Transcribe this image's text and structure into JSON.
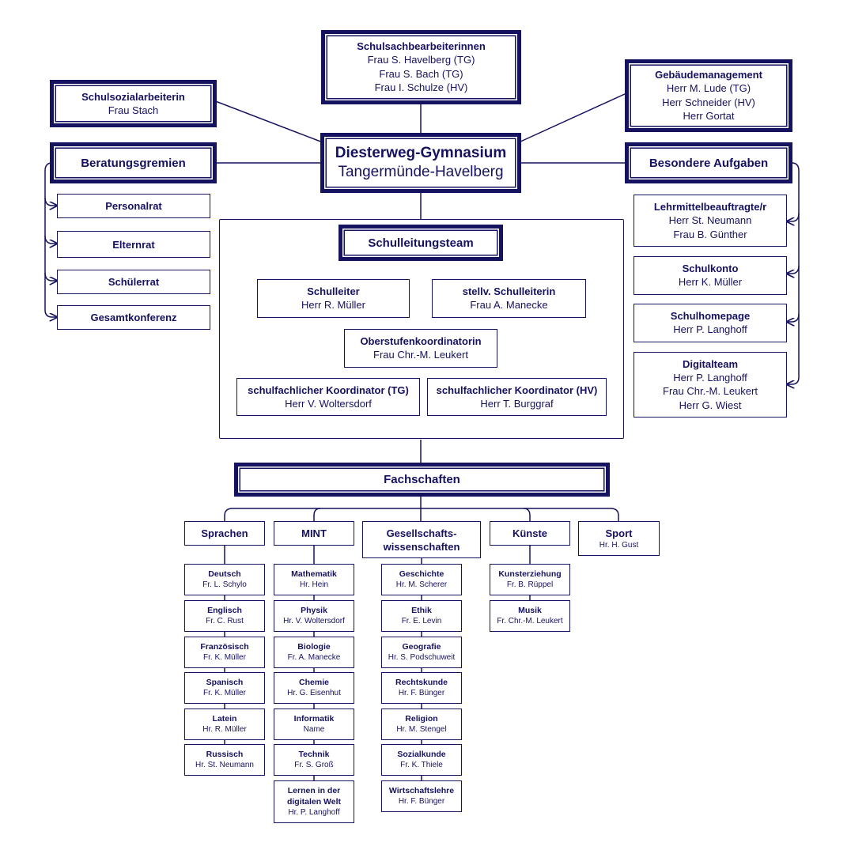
{
  "top": {
    "sachbearbeiter": {
      "title": "Schulsachbearbeiterinnen",
      "names": [
        "Frau S. Havelberg (TG)",
        "Frau S. Bach (TG)",
        "Frau I. Schulze (HV)"
      ]
    },
    "sozial": {
      "title": "Schulsozialarbeiterin",
      "names": [
        "Frau Stach"
      ]
    },
    "gebaeude": {
      "title": "Gebäudemanagement",
      "names": [
        "Herr M. Lude (TG)",
        "Herr Schneider (HV)",
        "Herr Gortat"
      ]
    },
    "school": {
      "line1": "Diesterweg-Gymnasium",
      "line2": "Tangermünde-Havelberg"
    }
  },
  "beratung": {
    "title": "Beratungsgremien",
    "items": [
      "Personalrat",
      "Elternrat",
      "Schülerrat",
      "Gesamtkonferenz"
    ]
  },
  "besondere": {
    "title": "Besondere Aufgaben",
    "items": [
      {
        "title": "Lehrmittelbeauftragte/r",
        "names": [
          "Herr St. Neumann",
          "Frau B. Günther"
        ]
      },
      {
        "title": "Schulkonto",
        "names": [
          "Herr K. Müller"
        ]
      },
      {
        "title": "Schulhomepage",
        "names": [
          "Herr P. Langhoff"
        ]
      },
      {
        "title": "Digitalteam",
        "names": [
          "Herr P. Langhoff",
          "Frau Chr.-M. Leukert",
          "Herr G. Wiest"
        ]
      }
    ]
  },
  "leitung": {
    "title": "Schulleitungsteam",
    "schulleiter": {
      "title": "Schulleiter",
      "name": "Herr R. Müller"
    },
    "stellv": {
      "title": "stellv. Schulleiterin",
      "name": "Frau A. Manecke"
    },
    "ober": {
      "title": "Oberstufenkoordinatorin",
      "name": "Frau Chr.-M. Leukert"
    },
    "koordTG": {
      "title": "schulfachlicher Koordinator (TG)",
      "name": "Herr V. Woltersdorf"
    },
    "koordHV": {
      "title": "schulfachlicher Koordinator (HV)",
      "name": "Herr T. Burggraf"
    }
  },
  "fachschaften": {
    "title": "Fachschaften",
    "groups": [
      {
        "title": "Sprachen",
        "subjects": [
          {
            "name": "Deutsch",
            "teacher": "Fr. L. Schylo"
          },
          {
            "name": "Englisch",
            "teacher": "Fr. C. Rust"
          },
          {
            "name": "Französisch",
            "teacher": "Fr. K. Müller"
          },
          {
            "name": "Spanisch",
            "teacher": "Fr. K. Müller"
          },
          {
            "name": "Latein",
            "teacher": "Hr. R. Müller"
          },
          {
            "name": "Russisch",
            "teacher": "Hr. St. Neumann"
          }
        ]
      },
      {
        "title": "MINT",
        "subjects": [
          {
            "name": "Mathematik",
            "teacher": "Hr. Hein"
          },
          {
            "name": "Physik",
            "teacher": "Hr. V. Woltersdorf"
          },
          {
            "name": "Biologie",
            "teacher": "Fr. A. Manecke"
          },
          {
            "name": "Chemie",
            "teacher": "Hr. G. Eisenhut"
          },
          {
            "name": "Informatik",
            "teacher": "Name"
          },
          {
            "name": "Technik",
            "teacher": "Fr. S. Groß"
          },
          {
            "name": "Lernen in der digitalen Welt",
            "teacher": "Hr. P. Langhoff"
          }
        ]
      },
      {
        "title": "Gesellschafts-wissenschaften",
        "subjects": [
          {
            "name": "Geschichte",
            "teacher": "Hr. M. Scherer"
          },
          {
            "name": "Ethik",
            "teacher": "Fr. E. Levin"
          },
          {
            "name": "Geografie",
            "teacher": "Hr. S. Podschuweit"
          },
          {
            "name": "Rechtskunde",
            "teacher": "Hr. F. Bünger"
          },
          {
            "name": "Religion",
            "teacher": "Hr. M. Stengel"
          },
          {
            "name": "Sozialkunde",
            "teacher": "Fr. K. Thiele"
          },
          {
            "name": "Wirtschaftslehre",
            "teacher": "Hr. F. Bünger"
          }
        ]
      },
      {
        "title": "Künste",
        "subjects": [
          {
            "name": "Kunsterziehung",
            "teacher": "Fr. B. Rüppel"
          },
          {
            "name": "Musik",
            "teacher": "Fr. Chr.-M. Leukert"
          }
        ]
      },
      {
        "title": "Sport",
        "teacher": "Hr. H. Gust",
        "subjects": []
      }
    ]
  }
}
